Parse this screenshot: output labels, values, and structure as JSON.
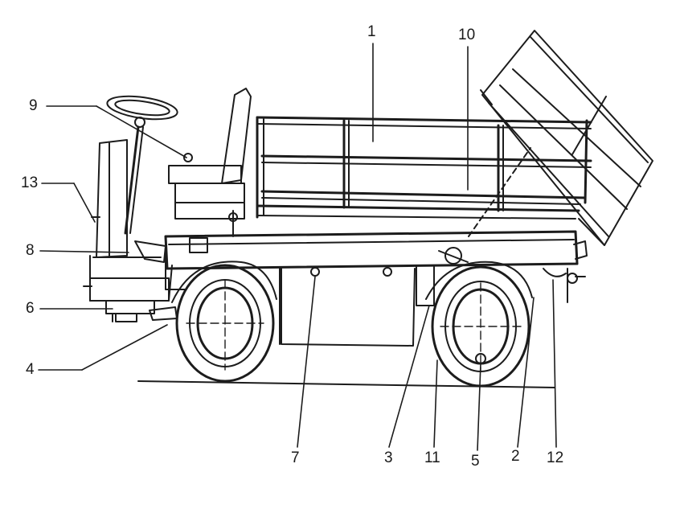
{
  "diagram": {
    "subject": "tipper-truck-side-view",
    "line_color": "#1c1c1c",
    "background_color": "#ffffff",
    "callouts": [
      {
        "id": "c1",
        "label": "1"
      },
      {
        "id": "c2",
        "label": "2"
      },
      {
        "id": "c3",
        "label": "3"
      },
      {
        "id": "c4",
        "label": "4"
      },
      {
        "id": "c5",
        "label": "5"
      },
      {
        "id": "c6",
        "label": "6"
      },
      {
        "id": "c7",
        "label": "7"
      },
      {
        "id": "c8",
        "label": "8"
      },
      {
        "id": "c9",
        "label": "9"
      },
      {
        "id": "c10",
        "label": "10"
      },
      {
        "id": "c11",
        "label": "11"
      },
      {
        "id": "c12",
        "label": "12"
      },
      {
        "id": "c13",
        "label": "13"
      }
    ]
  }
}
